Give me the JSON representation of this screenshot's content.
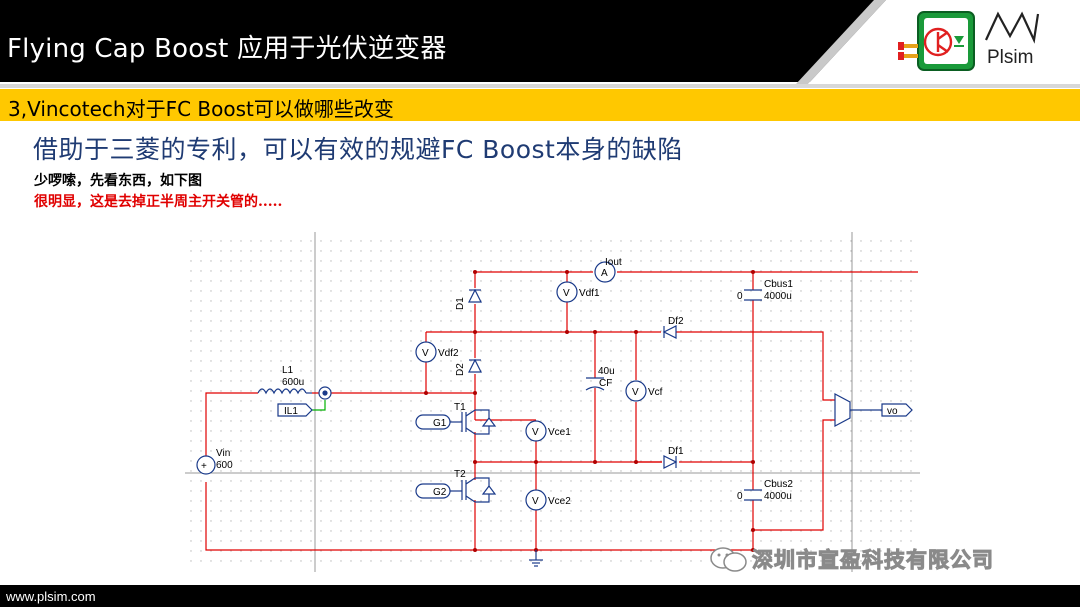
{
  "header": {
    "title": "Flying Cap Boost 应用于光伏逆变器",
    "logo_text": "Plsim"
  },
  "section": {
    "title": "3,Vincotech对于FC Boost可以做哪些改变"
  },
  "content": {
    "headline": "借助于三菱的专利，可以有效的规避FC Boost本身的缺陷",
    "note_1": "少啰嗦，先看东西，如下图",
    "note_2": "很明显，这是去掉正半周主开关管的....."
  },
  "schematic": {
    "labels": {
      "inductor_name": "L1",
      "inductor_value": "600u",
      "current_probe_il1": "IL1",
      "source_name": "Vin",
      "source_value": "600",
      "switch_t1": "T1",
      "switch_t2": "T2",
      "gate_g1": "G1",
      "gate_g2": "G2",
      "diode_d1": "D1",
      "diode_d2": "D2",
      "diode_df1": "Df1",
      "diode_df2": "Df2",
      "cap_cf_value": "40u",
      "cap_cf_name": "CF",
      "cbus1_name": "Cbus1",
      "cbus1_value": "4000u",
      "cbus1_ic": "0",
      "cbus2_name": "Cbus2",
      "cbus2_value": "4000u",
      "cbus2_ic": "0",
      "meter_vdf1": "Vdf1",
      "meter_vdf2": "Vdf2",
      "meter_vcf": "Vcf",
      "meter_vce1": "Vce1",
      "meter_vce2": "Vce2",
      "ammeter_iout": "Iout",
      "ammeter_symbol": "A",
      "voltmeter_symbol": "V",
      "output_label": "vo"
    }
  },
  "watermark": {
    "text": "深圳市宣盈科技有限公司"
  },
  "footer": {
    "url": "www.plsim.com"
  },
  "colors": {
    "section_bar": "#ffc800",
    "headline": "#1f3b73",
    "note_red": "#e00000",
    "wire_red": "#e00000",
    "component_blue": "#1a3a8a",
    "logo_green": "#1a9a3a",
    "logo_red": "#e02020"
  }
}
